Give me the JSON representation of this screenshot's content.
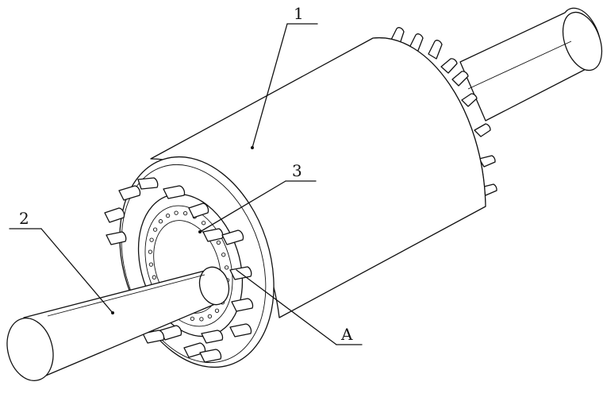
{
  "figure": {
    "labels": {
      "rotor_body": "1",
      "shaft": "2",
      "end_ring": "3",
      "detail": "A"
    }
  },
  "colors": {
    "line": "#111111",
    "background": "#ffffff"
  }
}
